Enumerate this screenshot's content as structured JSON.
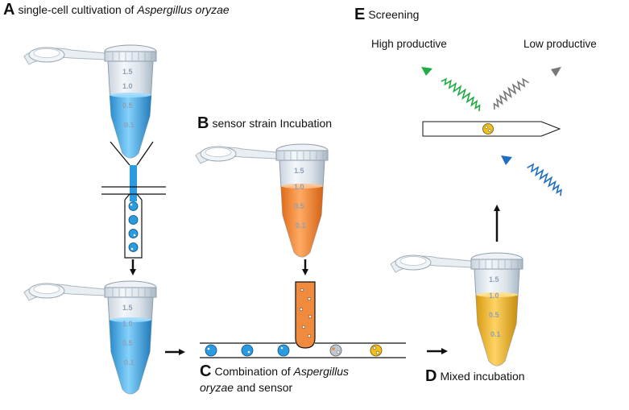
{
  "panels": {
    "A": {
      "letter": "A",
      "text": "single-cell cultivation of ",
      "italic": "Aspergillus oryzae"
    },
    "B": {
      "letter": "B",
      "text": "sensor strain Incubation"
    },
    "C": {
      "letter": "C",
      "text": "Combination of ",
      "italic1": "Aspergillus",
      "italic2": "oryzae",
      "text2": " and sensor"
    },
    "D": {
      "letter": "D",
      "text": "Mixed incubation"
    },
    "E": {
      "letter": "E",
      "text": "Screening"
    }
  },
  "screening": {
    "high_label": "High productive",
    "low_label": "Low productive"
  },
  "tube_ticks": [
    "1.5",
    "1.0",
    "0.5",
    "0.1"
  ],
  "colors": {
    "blue_liquid": "#2f9fe0",
    "orange_liquid": "#f07a1f",
    "yellow_liquid": "#e9a818",
    "droplet_blue": "#2a9be0",
    "droplet_orange": "#f08a3c",
    "high_wave": "#22aa44",
    "low_wave": "#777777",
    "excite_wave": "#1f6fc0"
  }
}
